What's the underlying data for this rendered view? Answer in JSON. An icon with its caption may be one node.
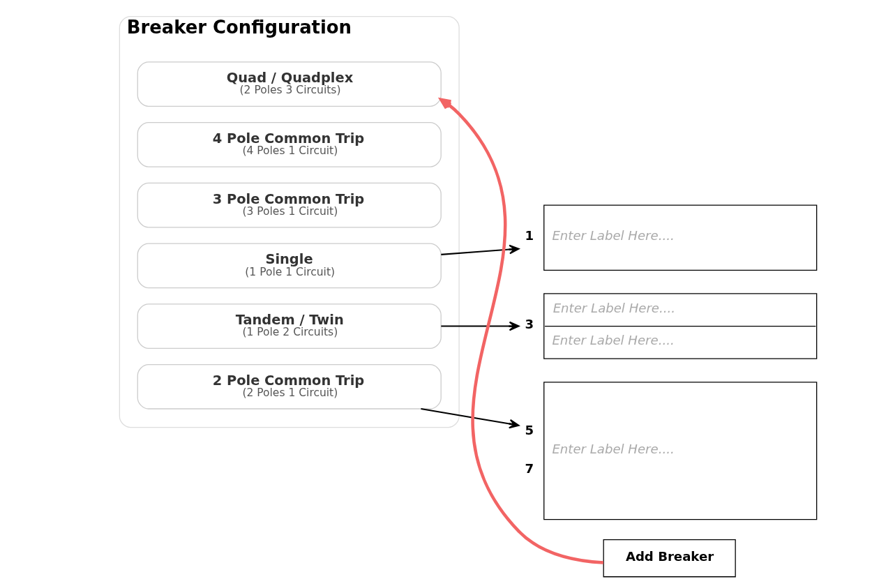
{
  "diagram": {
    "nodes": [
      {
        "text": [
          "Breaker Configuration"
        ]
      },
      {
        "text": [
          "Single",
          "(1 Pole 1 Circuit)"
        ],
        "in": 0
      },
      {
        "text": [
          "Tandem / Twin",
          "(1 Pole 2 Circuits)"
        ],
        "in": 0
      },
      {
        "text": [
          "2 Pole Common Trip",
          "(2 Poles 1 Circuit)"
        ],
        "in": 0
      },
      {
        "text": [
          "3 Pole Common Trip",
          "(3 Poles 1 Circuit)"
        ],
        "in": 0
      },
      {
        "text": [
          "4 Pole Common Trip",
          "(4 Poles 1 Circuit)"
        ],
        "in": 0
      },
      {
        "text": [
          "Quad / Quadplex",
          "(2 Poles 3 Circuits)"
        ],
        "in": 0
      },
      {
        "text": [
          "Enter Label Here...."
        ],
        "beside": [
          "1"
        ]
      },
      {
        "text": [
          "Enter Label Here....",
          "Enter Label Here...."
        ],
        "beside": [
          "3"
        ]
      },
      {
        "text": [
          "Enter Label Here...."
        ],
        "beside": [
          "5",
          "7"
        ]
      },
      {
        "text": [
          "Add Breaker"
        ]
      }
    ],
    "edges": [
      {
        "from": 1,
        "to": 7,
        "arrow": "to"
      },
      {
        "from": 2,
        "to": 8,
        "arrow": "to"
      },
      {
        "from": 3,
        "to": 9,
        "arrow": "to"
      },
      {
        "from": 10,
        "to": 6,
        "arrow": "to",
        "style": "thick",
        "color": "#f26464"
      }
    ]
  }
}
